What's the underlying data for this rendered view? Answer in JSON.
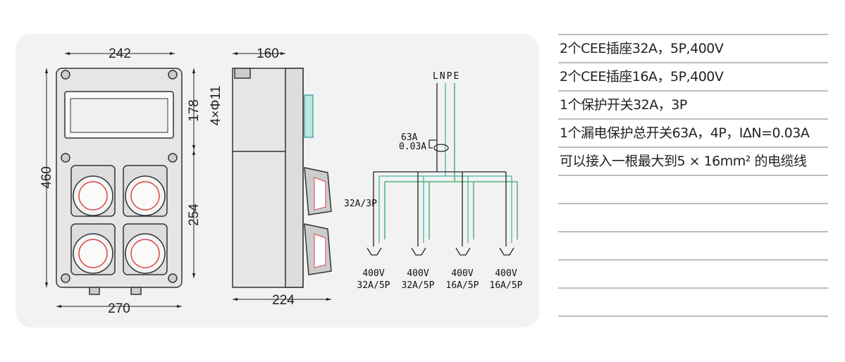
{
  "dimensions": {
    "front_width_top": "242",
    "front_height": "460",
    "upper_section": "178",
    "lower_section": "254",
    "front_width_bottom": "270",
    "side_depth_top": "160",
    "side_depth_bottom": "224",
    "mounting_holes": "4×Φ11"
  },
  "schematic": {
    "terminals": "LNPE",
    "rcd_rating": "63A",
    "rcd_sensitivity": "0.03A",
    "branch_breaker": "32A/3P",
    "outlets": [
      {
        "voltage": "400V",
        "rating": "32A/5P"
      },
      {
        "voltage": "400V",
        "rating": "32A/5P"
      },
      {
        "voltage": "400V",
        "rating": "16A/5P"
      },
      {
        "voltage": "400V",
        "rating": "16A/5P"
      }
    ],
    "colors": {
      "line": "#222222",
      "neutral": "#3fb5b0",
      "pe": "#2fa860"
    }
  },
  "specs": [
    "2个CEE插座32A，5P,400V",
    "2个CEE插座16A，5P,400V",
    "1个保护开关32A，3P",
    "1个漏电保护总开关63A，4P，IΔN=0.03A",
    "可以接入一根最大到5 × 16mm² 的电缆线",
    "",
    "",
    "",
    "",
    ""
  ]
}
